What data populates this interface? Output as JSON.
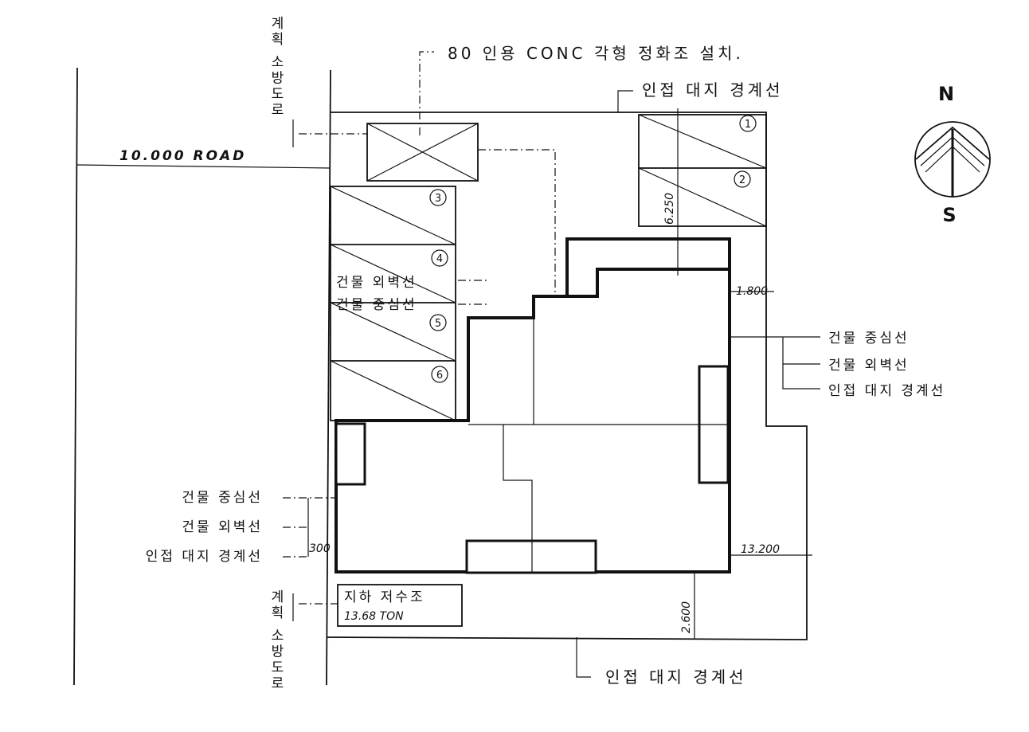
{
  "labels": {
    "septic_tank": "80 인용 CONC 각형 정화조 설치.",
    "boundary_top": "인접 대지 경계선",
    "boundary_bottom": "인접 대지 경계선",
    "road": "10.000 ROAD",
    "road_top_vertical": "계획 소방도로",
    "road_bottom_vertical": "계획 소방도로",
    "building_outer_wall": "건물 외벽선",
    "building_center_line": "건물 중심선",
    "right_group": [
      "건물 중심선",
      "건물 외벽선",
      "인접 대지 경계선"
    ],
    "left_group": [
      "건물 중심선",
      "건물 외벽선",
      "인접 대지 경계선"
    ],
    "water_tank_title": "지하 저수조",
    "water_tank_capacity": "13.68 TON"
  },
  "compass": {
    "north": "N",
    "south": "S"
  },
  "dimensions": {
    "parking_depth": "6.250",
    "right_setback": "1.800",
    "left_setback": "300",
    "bottom_right": "13.200",
    "bottom_setback": "2.600"
  },
  "parking_numbers": [
    "1",
    "2",
    "3",
    "4",
    "5",
    "6"
  ]
}
